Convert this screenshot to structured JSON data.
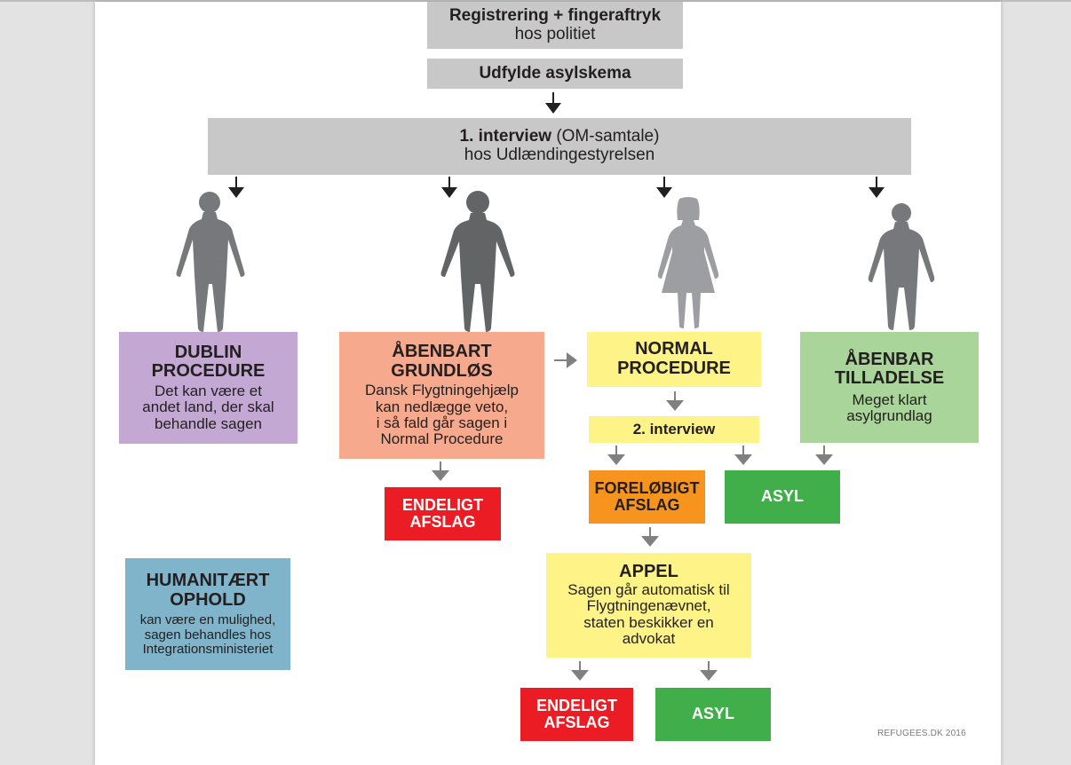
{
  "viewer": {
    "background_color": "#e3e3e3",
    "page_color": "#ffffff"
  },
  "colors": {
    "gray_box": "#c8c8c9",
    "dublin": "#c3a8d3",
    "grundlos": "#f6a98c",
    "normal": "#fdf387",
    "tilladelse": "#a9d49a",
    "humanitaert": "#7fb4ca",
    "endeligt_afslag": "#ec1c24",
    "forelobigt_afslag": "#f7941e",
    "asyl": "#40ae49",
    "black_arrow": "#231f20",
    "gray_arrow": "#808083",
    "person_dark": "#636466",
    "person_mid": "#77787b",
    "person_light": "#9d9ea1"
  },
  "steps": {
    "registrering": {
      "title": "Registrering + fingeraftryk",
      "subtitle": "hos politiet"
    },
    "asylskema": {
      "title": "Udfylde asylskema"
    },
    "interview1": {
      "title_bold": "1. interview",
      "title_rest": " (OM-samtale)",
      "subtitle": "hos Udlændingestyrelsen"
    }
  },
  "people": [
    {
      "type": "man",
      "label": "person-1-icon"
    },
    {
      "type": "man",
      "label": "person-2-icon"
    },
    {
      "type": "woman",
      "label": "person-3-icon"
    },
    {
      "type": "man",
      "label": "person-4-icon"
    }
  ],
  "procedures": {
    "dublin": {
      "title_line1": "DUBLIN",
      "title_line2": "PROCEDURE",
      "text": [
        "Det kan være et",
        "andet land, der skal",
        "behandle sagen"
      ]
    },
    "grundlos": {
      "title_line1": "ÅBENBART",
      "title_line2": "GRUNDLØS",
      "text": [
        "Dansk Flygtningehjælp",
        "kan nedlægge veto,",
        "i så fald går sagen i",
        "Normal Procedure"
      ]
    },
    "normal": {
      "title_line1": "NORMAL",
      "title_line2": "PROCEDURE"
    },
    "tilladelse": {
      "title_line1": "ÅBENBAR",
      "title_line2": "TILLADELSE",
      "text": [
        "Meget klart",
        "asylgrundlag"
      ]
    },
    "interview2": {
      "title": "2. interview"
    },
    "humanitaert": {
      "title_line1": "HUMANITÆRT",
      "title_line2": "OPHOLD",
      "text": [
        "kan være en mulighed,",
        "sagen behandles hos",
        "Integrationsministeriet"
      ]
    },
    "appel": {
      "title": "APPEL",
      "text": [
        "Sagen går automatisk til",
        "Flygtningenævnet,",
        "staten beskikker en",
        "advokat"
      ]
    }
  },
  "outcomes": {
    "endeligt_afslag_1": {
      "line1": "ENDELIGT",
      "line2": "AFSLAG"
    },
    "forelobigt_afslag": {
      "line1": "FORELØBIGT",
      "line2": "AFSLAG"
    },
    "asyl_1": {
      "label": "ASYL"
    },
    "endeligt_afslag_2": {
      "line1": "ENDELIGT",
      "line2": "AFSLAG"
    },
    "asyl_2": {
      "label": "ASYL"
    }
  },
  "credit": "REFUGEES.DK 2016"
}
